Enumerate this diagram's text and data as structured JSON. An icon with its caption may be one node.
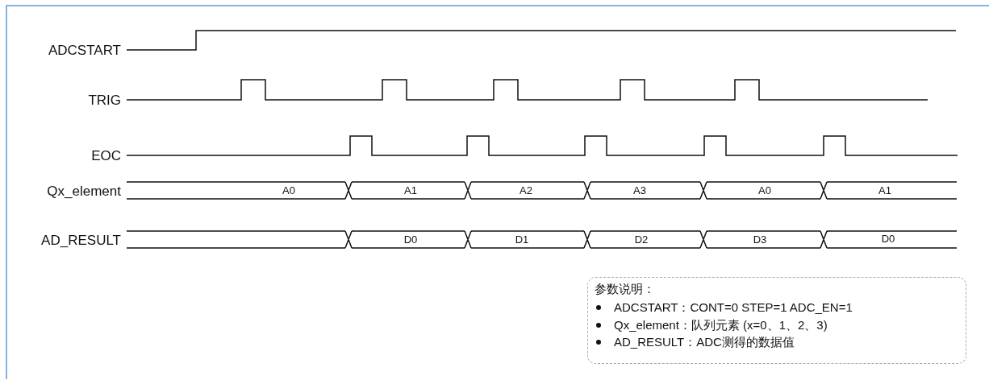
{
  "diagram": {
    "nodes": [
      {
        "text": [
          "参数说明：",
          "ADCSTART：CONT=0 STEP=1 ADC_EN=1",
          "Qx_element：队列元素 (x=0、1、2、3)",
          "AD_RESULT：ADC测得的数据值"
        ]
      }
    ],
    "labels": [
      "ADCSTART",
      "TRIG",
      "EOC",
      "Qx_element",
      "A0",
      "A1",
      "A2",
      "A3",
      "A0",
      "A1",
      "AD_RESULT",
      "D0",
      "D1",
      "D2",
      "D3",
      "D0"
    ]
  }
}
